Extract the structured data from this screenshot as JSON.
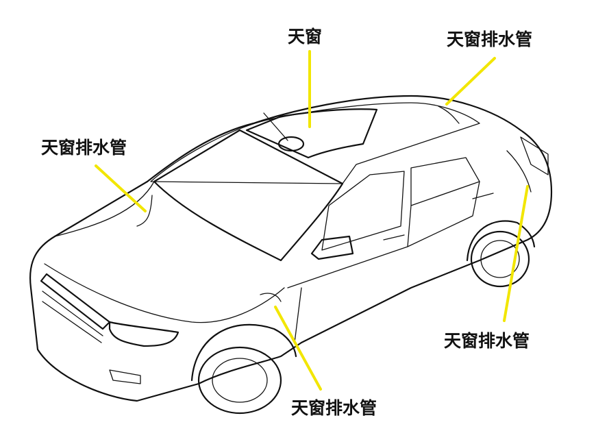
{
  "diagram": {
    "colors": {
      "leader_line": "#f2e600",
      "outline": "#111111"
    },
    "labels": {
      "sunroof": "天窗",
      "drain_top_right": "天窗排水管",
      "drain_left": "天窗排水管",
      "drain_rear": "天窗排水管",
      "drain_front_pillar": "天窗排水管"
    }
  }
}
